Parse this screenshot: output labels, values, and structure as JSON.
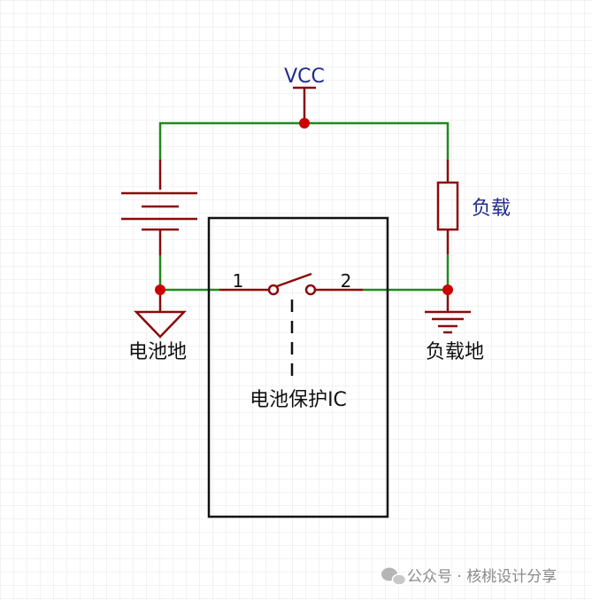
{
  "vcc_label": "VCC",
  "load_label": "负载",
  "battery_ground_label": "电池地",
  "load_ground_label": "负载地",
  "ic_label": "电池保护IC",
  "pin1": "1",
  "pin2": "2",
  "watermark": {
    "text": "公众号 · 核桃设计分享",
    "icon": "wechat-icon"
  },
  "colors": {
    "wire": "#1f8a1f",
    "component": "#8b0a0a",
    "junction": "#cc0000",
    "box": "#111111",
    "net_label": "#1f2a8c",
    "grid": "#e6e6e6"
  }
}
